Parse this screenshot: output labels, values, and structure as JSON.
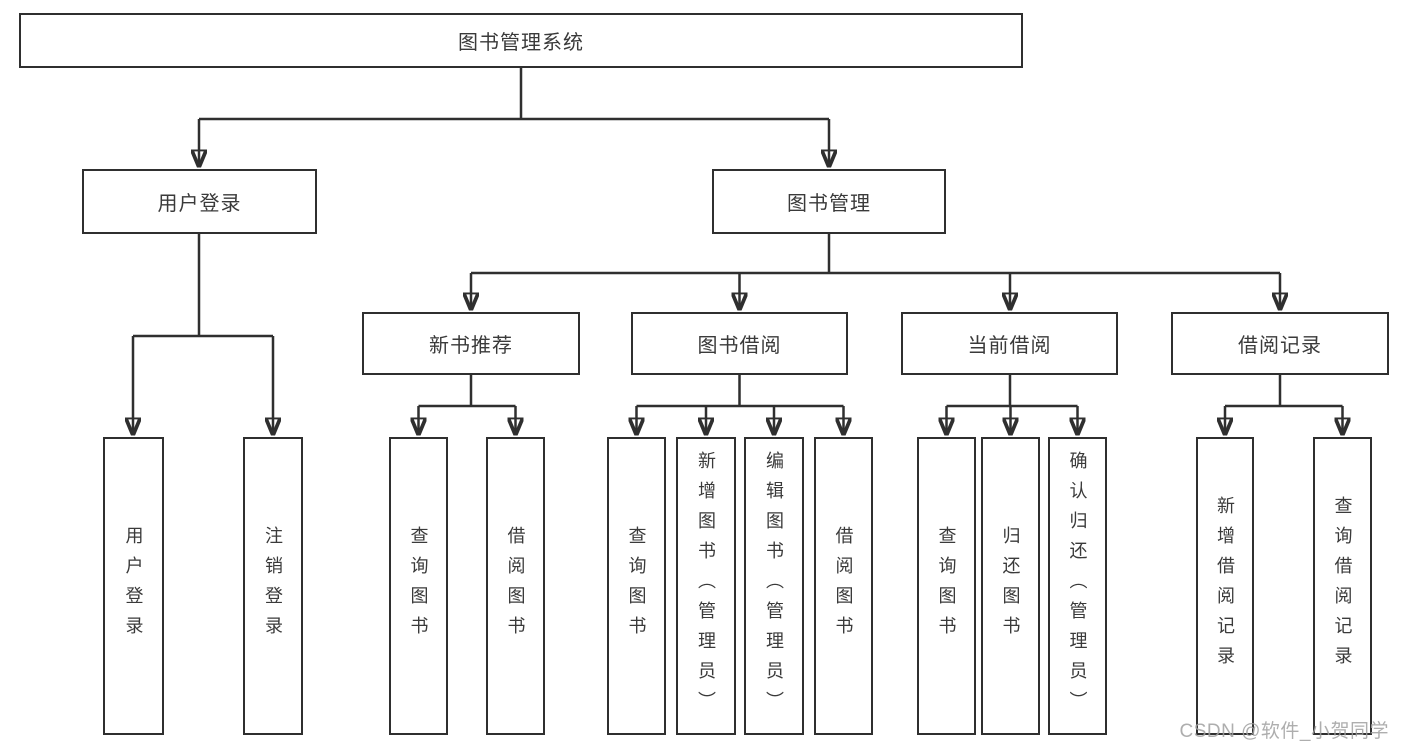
{
  "diagram": {
    "root": {
      "label": "图书管理系统"
    },
    "level2": [
      {
        "label": "用户登录"
      },
      {
        "label": "图书管理"
      }
    ],
    "level3": [
      {
        "label": "新书推荐"
      },
      {
        "label": "图书借阅"
      },
      {
        "label": "当前借阅"
      },
      {
        "label": "借阅记录"
      }
    ],
    "leaves": [
      {
        "label": "用户登录"
      },
      {
        "label": "注销登录"
      },
      {
        "label": "查询图书"
      },
      {
        "label": "借阅图书"
      },
      {
        "label": "查询图书"
      },
      {
        "label": "新增图书（管理员）"
      },
      {
        "label": "编辑图书（管理员）"
      },
      {
        "label": "借阅图书"
      },
      {
        "label": "查询图书"
      },
      {
        "label": "归还图书"
      },
      {
        "label": "确认归还（管理员）"
      },
      {
        "label": "新增借阅记录"
      },
      {
        "label": "查询借阅记录"
      }
    ]
  },
  "watermark": {
    "text": "CSDN @软件_小贺同学"
  },
  "colors": {
    "line": "#2f2f2f",
    "text": "#3a3a3a",
    "background": "#ffffff",
    "watermark": "#a0a0a0"
  }
}
